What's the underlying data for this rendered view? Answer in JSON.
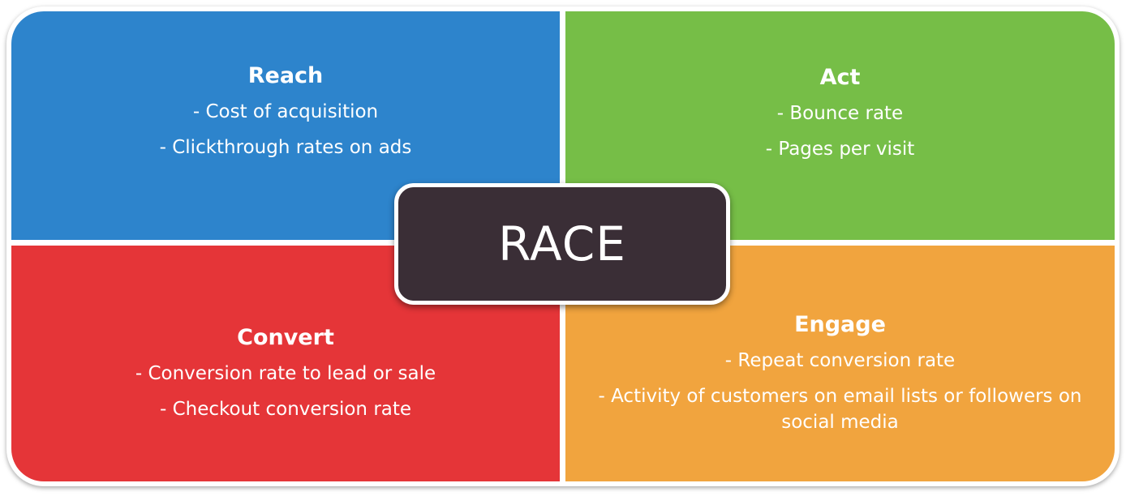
{
  "colors": {
    "reach": "#2d84cc",
    "act": "#76be47",
    "convert": "#e53538",
    "engage": "#f1a43e",
    "center": "#3a2e36"
  },
  "center": {
    "title": "RACE"
  },
  "quadrants": {
    "reach": {
      "title": "Reach",
      "items": [
        "- Cost of acquisition",
        "- Clickthrough rates on ads"
      ]
    },
    "act": {
      "title": "Act",
      "items": [
        "- Bounce rate",
        "- Pages per visit"
      ]
    },
    "convert": {
      "title": "Convert",
      "items": [
        "- Conversion rate to lead or sale",
        "- Checkout conversion rate"
      ]
    },
    "engage": {
      "title": "Engage",
      "items": [
        "- Repeat conversion rate",
        "- Activity of customers on email lists or followers on social media"
      ]
    }
  }
}
